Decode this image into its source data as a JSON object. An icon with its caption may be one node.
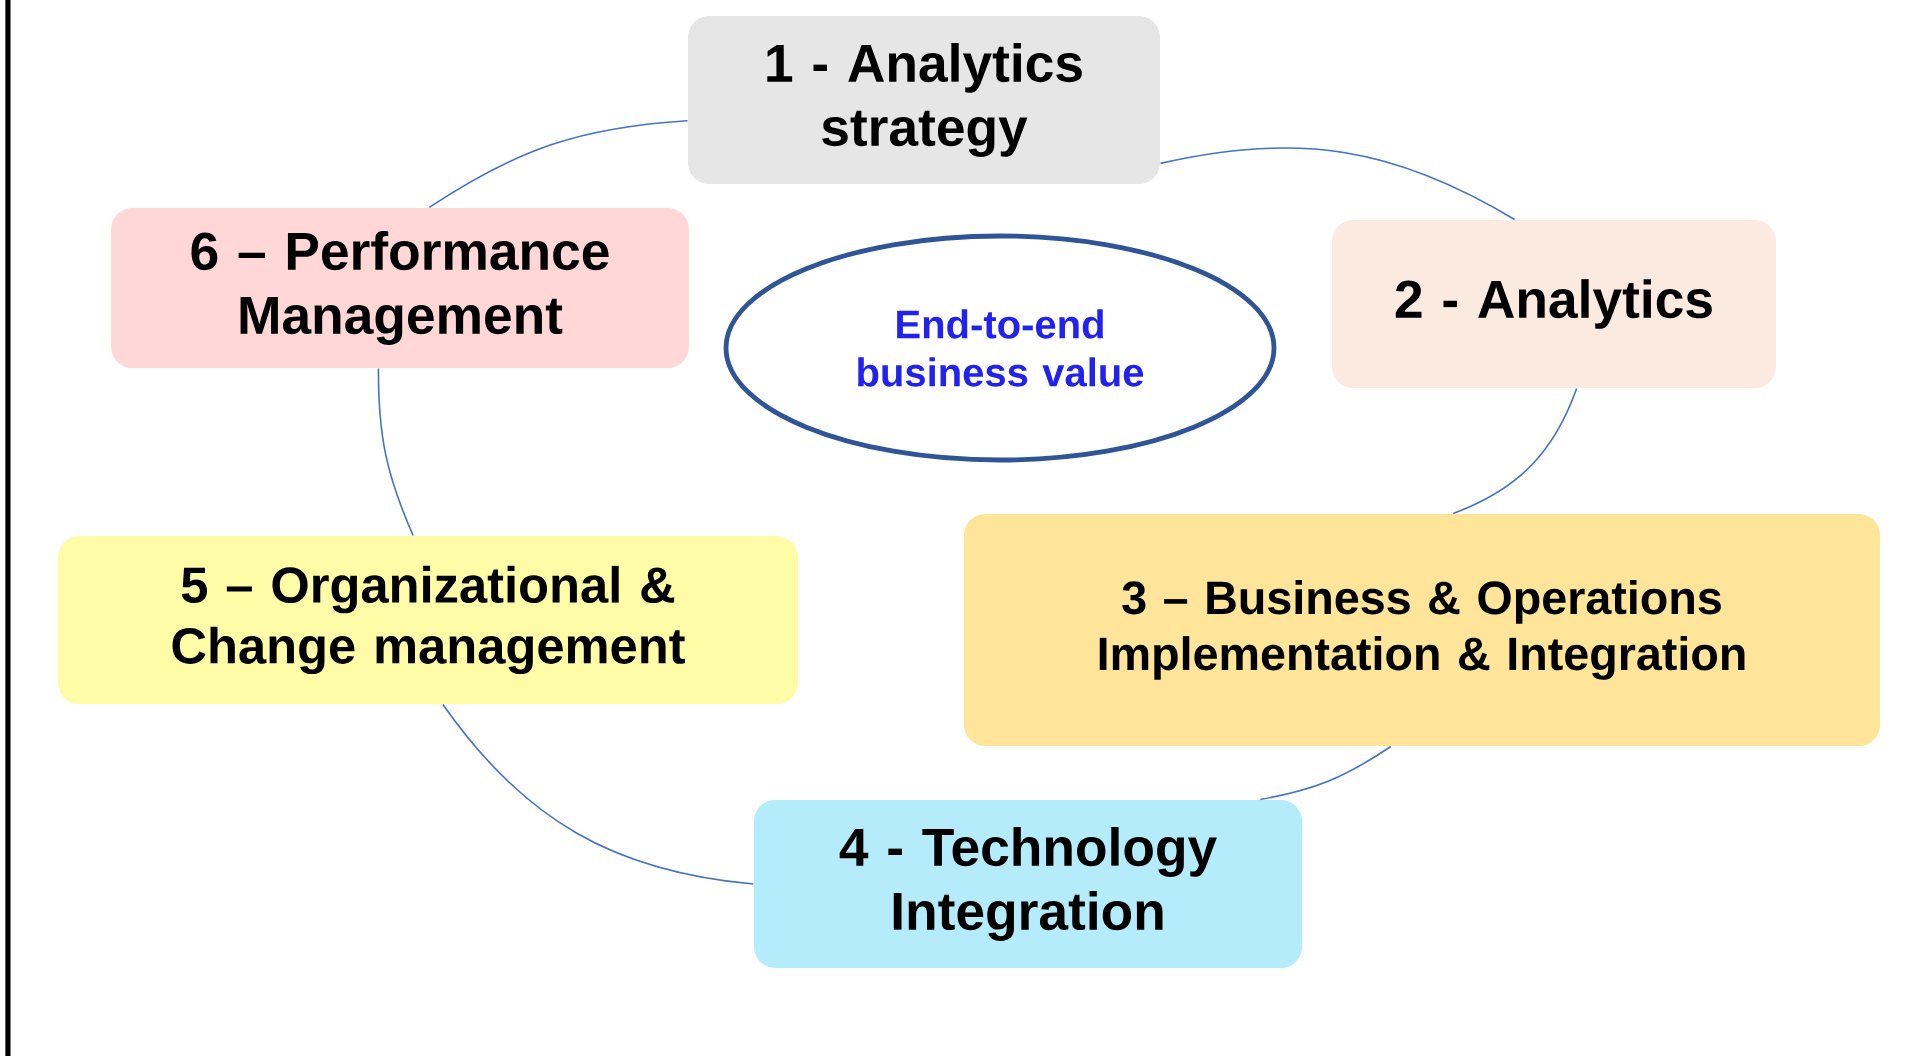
{
  "diagram": {
    "nodes": [
      {
        "text": [
          "1 - Analytics strategy"
        ]
      },
      {
        "text": [
          "2 - Analytics"
        ]
      },
      {
        "text": [
          "3 – Business & Operations Implementation & Integration"
        ]
      },
      {
        "text": [
          "4 - Technology Integration"
        ]
      },
      {
        "text": [
          "5 – Organizational & Change management"
        ]
      },
      {
        "text": [
          "6 – Performance Management"
        ]
      },
      {
        "text": [
          "End-to-end business value"
        ]
      }
    ],
    "edges": [
      {
        "from": 0,
        "to": 1,
        "arrow": "none"
      },
      {
        "from": 1,
        "to": 2,
        "arrow": "none"
      },
      {
        "from": 2,
        "to": 3,
        "arrow": "none"
      },
      {
        "from": 3,
        "to": 4,
        "arrow": "none"
      },
      {
        "from": 4,
        "to": 5,
        "arrow": "none"
      },
      {
        "from": 5,
        "to": 0,
        "arrow": "none"
      }
    ]
  }
}
